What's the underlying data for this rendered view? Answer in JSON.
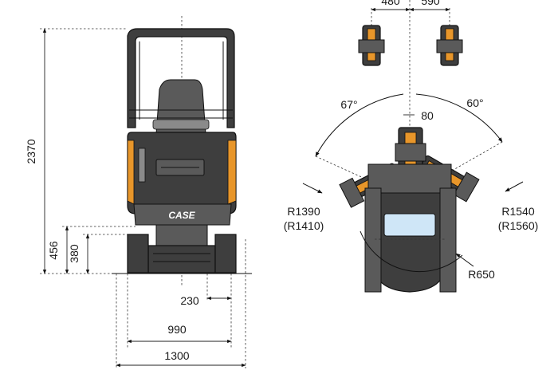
{
  "front_view": {
    "height_total": "2370",
    "height_track": "456",
    "height_ground": "380",
    "width_track": "230",
    "width_inner": "990",
    "width_total": "1300",
    "brand": "CASE"
  },
  "top_view": {
    "offset_left": "480",
    "offset_right": "590",
    "angle_left": "67°",
    "angle_right": "60°",
    "boom_offset": "80",
    "radius_left": "R1390",
    "radius_left_alt": "(R1410)",
    "radius_right": "R1540",
    "radius_right_alt": "(R1560)",
    "radius_rear": "R650"
  },
  "colors": {
    "machine_dark": "#3e3e3e",
    "accent_orange": "#e8962a",
    "window_blue": "#cfe6f7"
  }
}
